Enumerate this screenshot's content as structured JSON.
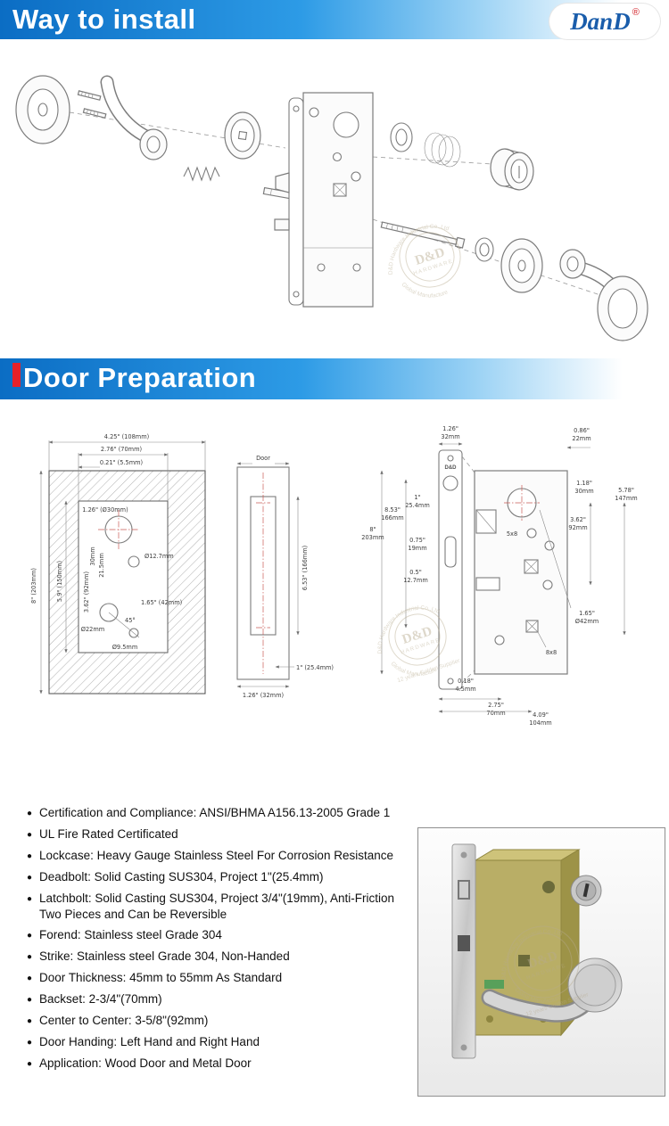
{
  "header1": {
    "title": "Way to install"
  },
  "header2": {
    "title": "Door Preparation"
  },
  "logo": {
    "text": "DanD",
    "reg": "®"
  },
  "colors": {
    "banner_blue": "#0b6dc4",
    "accent_red": "#e62129",
    "logo_blue": "#1a5dab"
  },
  "watermark": {
    "company": "D&D Hardware Industrial Co.,Ltd",
    "dd": "D&D",
    "hardware": "HARDWARE",
    "slogan": "12 years Golden Supplier",
    "global": "Global Manufacture"
  },
  "prep": {
    "left": {
      "w_outer": "4.25\" (108mm)",
      "w_inner": "2.76\" (70mm)",
      "w_edge": "0.21\" (5.5mm)",
      "hole_top": "1.26\" (Ø30mm)",
      "dim_21_5": "21.5mm",
      "dim_30": "30mm",
      "hole_small": "Ø12.7mm",
      "h_outer": "8\" (203mm)",
      "h_cut": "5.9\" (150mm)",
      "h_c2c": "3.62\" (92mm)",
      "dim_165": "1.65\" (42mm)",
      "angle": "45°",
      "hole_22": "Ø22mm",
      "hole_95": "Ø9.5mm"
    },
    "middle": {
      "door": "Door",
      "h_slot": "6.53\" (166mm)",
      "w_bottom": "1\" (25.4mm)",
      "w_door": "1.26\" (32mm)"
    },
    "right": {
      "brand": "D&D",
      "d_126": "1.26\"",
      "d_126m": "32mm",
      "d_086": "0.86\"",
      "d_086m": "22mm",
      "d_118": "1.18\"",
      "d_118m": "30mm",
      "d_578": "5.78\"",
      "d_578m": "147mm",
      "d_362": "3.62\"",
      "d_362m": "92mm",
      "d_853": "8.53\"",
      "d_853m": "166mm",
      "d_8": "8\"",
      "d_8m": "203mm",
      "d_1": "1\"",
      "d_1m": "25.4mm",
      "d_075": "0.75\"",
      "d_075m": "19mm",
      "d_05": "0.5\"",
      "d_05m": "12.7mm",
      "d_165": "1.65\"",
      "d_165m": "Ø42mm",
      "d_018": "0.18\"",
      "d_018m": "4.5mm",
      "d_275": "2.75\"",
      "d_275m": "70mm",
      "d_409": "4.09\"",
      "d_409m": "104mm",
      "d_5x8": "5x8",
      "d_8x8": "8x8"
    }
  },
  "specs": {
    "bullet": "●",
    "items": [
      "Certification and Compliance: ANSI/BHMA A156.13-2005 Grade 1",
      "UL Fire Rated Certificated",
      "Lockcase: Heavy Gauge Stainless Steel For Corrosion Resistance",
      "Deadbolt: Solid Casting SUS304, Project 1\"(25.4mm)",
      "Latchbolt: Solid Casting SUS304, Project 3/4\"(19mm), Anti-Friction Two Pieces and Can be Reversible",
      "Forend: Stainless steel Grade 304",
      "Strike: Stainless steel Grade 304, Non-Handed",
      "Door Thickness: 45mm to 55mm As Standard",
      "Backset: 2-3/4\"(70mm)",
      "Center to Center: 3-5/8\"(92mm)",
      "Door Handing: Left Hand and Right Hand",
      "Application: Wood Door and Metal Door"
    ]
  }
}
